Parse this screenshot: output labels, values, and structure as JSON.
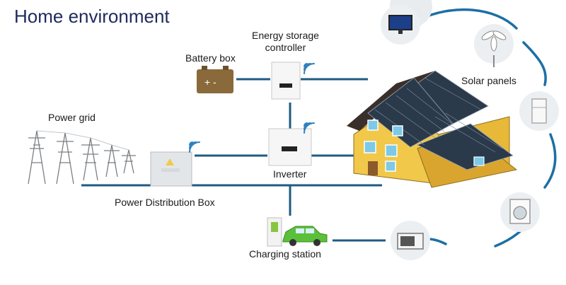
{
  "title": "Home environment",
  "labels": {
    "battery_box": "Battery box",
    "esc_line1": "Energy storage",
    "esc_line2": "controller",
    "solar_panels": "Solar panels",
    "power_grid": "Power grid",
    "inverter": "Inverter",
    "power_distribution_box": "Power Distribution Box",
    "charging_station": "Charging station"
  },
  "battery_symbols": "+ -",
  "colors": {
    "title": "#1f2a5c",
    "line": "#1f5b82",
    "wifi": "#2f80c0",
    "arc": "#1d6fa5",
    "house_wall": "#f2c84a",
    "roof_panel": "#2b3a4a",
    "battery": "#8a6a3a",
    "car": "#5cbf3a"
  },
  "icons": [
    "tv-icon",
    "fan-icon",
    "fridge-icon",
    "washing-machine-icon",
    "microwave-icon",
    "power-tower-icon",
    "wifi-icon"
  ]
}
